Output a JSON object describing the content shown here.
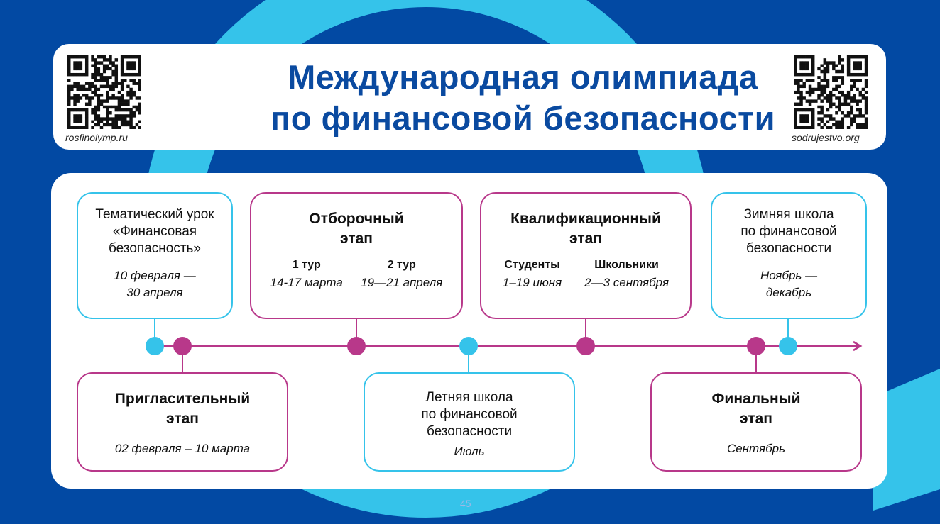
{
  "header": {
    "title_line1": "Международная олимпиада",
    "title_line2": "по финансовой безопасности",
    "left_url": "rosfinolymp.ru",
    "right_url": "sodrujestvo.org"
  },
  "colors": {
    "background": "#0249a3",
    "accent_cyan": "#35c3ea",
    "accent_magenta": "#b8388a",
    "title": "#0a4aa0"
  },
  "stages": {
    "lesson": {
      "title": [
        "Тематический урок",
        "«Финансовая",
        "безопасность»"
      ],
      "dates": [
        "10 февраля —",
        "30 апреля"
      ]
    },
    "selection": {
      "title": [
        "Отборочный",
        "этап"
      ],
      "round1": "1 тур",
      "round1_dates": "14-17 марта",
      "round2": "2 тур",
      "round2_dates": "19—21 апреля"
    },
    "qualification": {
      "title": [
        "Квалификационный",
        "этап"
      ],
      "group1": "Студенты",
      "group1_dates": "1–19 июня",
      "group2": "Школьники",
      "group2_dates": "2—3 сентября"
    },
    "winter": {
      "title": [
        "Зимняя школа",
        "по финансовой",
        "безопасности"
      ],
      "dates": [
        "Ноябрь —",
        "декабрь"
      ]
    },
    "invitation": {
      "title": [
        "Пригласительный",
        "этап"
      ],
      "dates": "02 февраля – 10 марта"
    },
    "summer": {
      "title": [
        "Летняя школа",
        "по финансовой",
        "безопасности"
      ],
      "dates": "Июль"
    },
    "final": {
      "title": [
        "Финальный",
        "этап"
      ],
      "dates": "Сентябрь"
    }
  },
  "page_number": "45"
}
